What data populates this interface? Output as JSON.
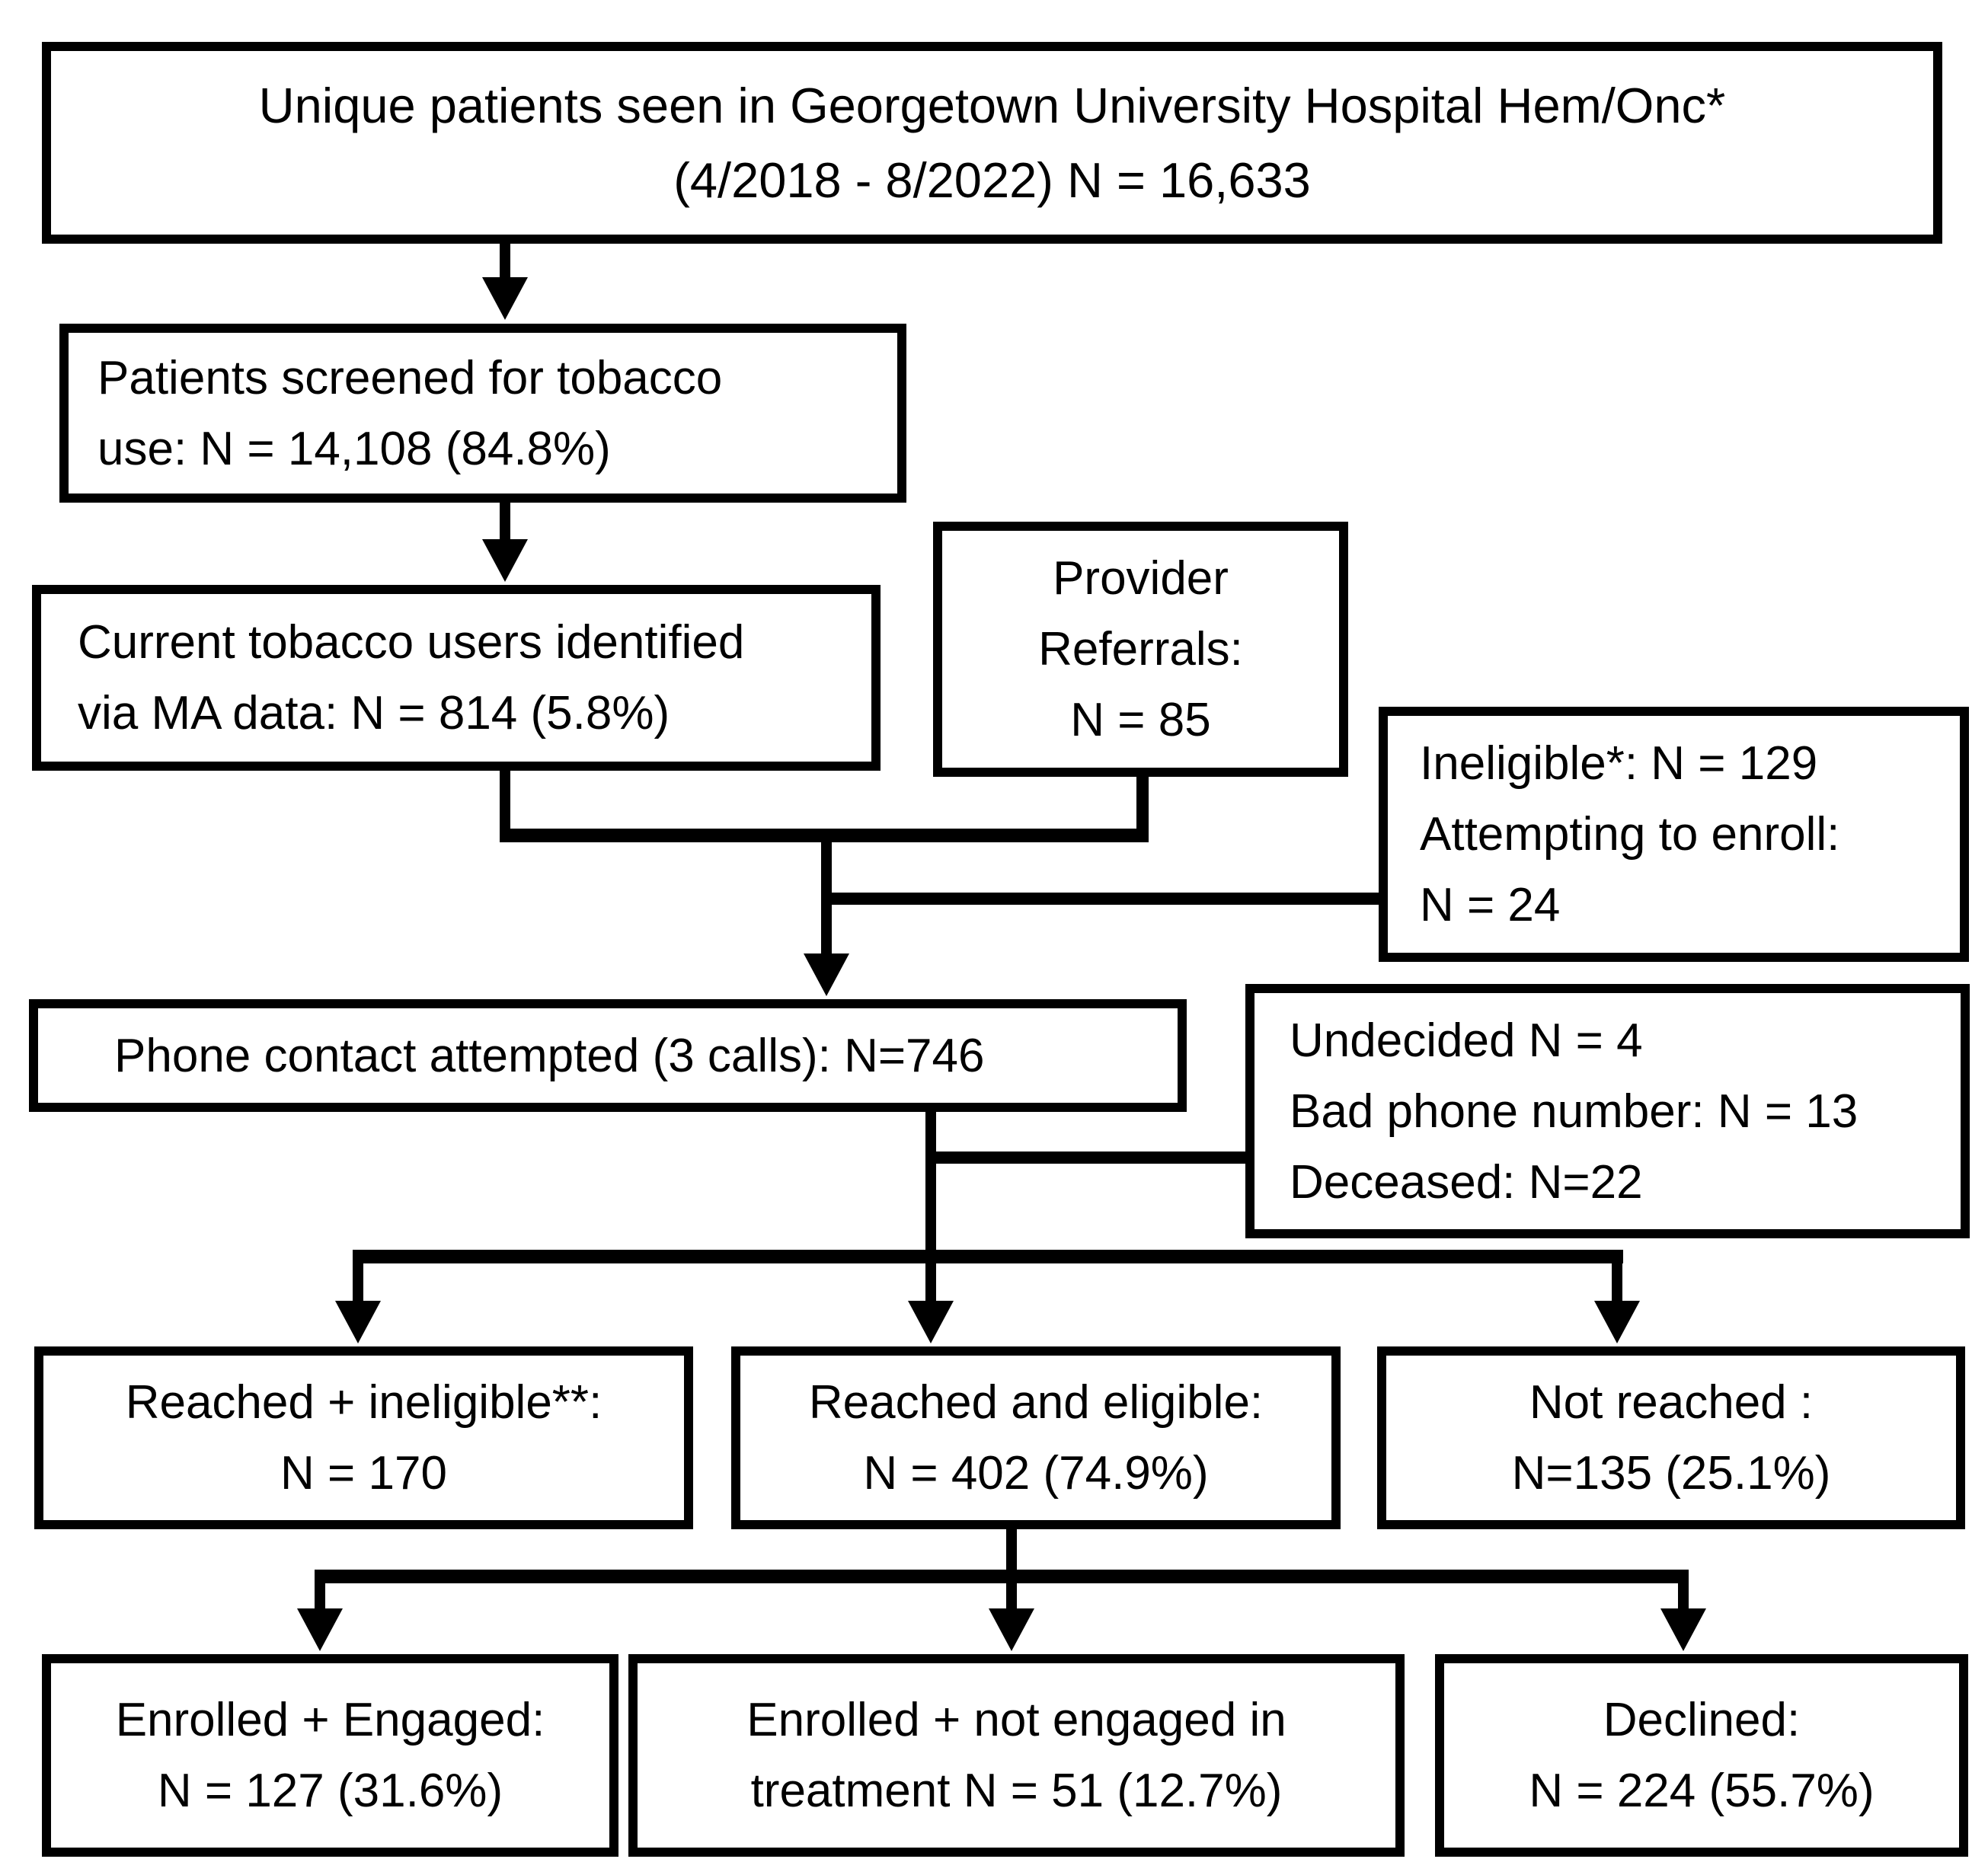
{
  "diagram": {
    "type": "patient-flow-diagram",
    "colors": {
      "line": "#000000",
      "box_background": "#ffffff",
      "text": "#000000"
    },
    "boxes": {
      "unique_patients": {
        "lines": [
          "Unique patients seen in Georgetown University Hospital Hem/Onc*",
          "(4/2018 - 8/2022) N = 16,633"
        ]
      },
      "screened": {
        "lines": [
          "Patients screened for tobacco",
          "use: N = 14,108 (84.8%)"
        ]
      },
      "ma_identified": {
        "lines": [
          "Current tobacco users identified",
          "via MA data: N = 814 (5.8%)"
        ]
      },
      "provider_referrals": {
        "lines": [
          "Provider",
          "Referrals:",
          "N = 85"
        ]
      },
      "ineligible": {
        "lines": [
          "Ineligible*: N = 129",
          "Attempting to enroll:",
          "N = 24"
        ]
      },
      "phone_contact": {
        "lines": [
          "Phone contact attempted (3 calls): N=746"
        ]
      },
      "not_contactable": {
        "lines": [
          "Undecided N = 4",
          "Bad phone number: N = 13",
          "Deceased: N=22"
        ]
      },
      "reached_ineligible": {
        "lines": [
          "Reached + ineligible**:",
          "N = 170"
        ]
      },
      "reached_eligible": {
        "lines": [
          "Reached and eligible:",
          "N = 402 (74.9%)"
        ]
      },
      "not_reached": {
        "lines": [
          "Not reached :",
          "N=135 (25.1%)"
        ]
      },
      "enrolled_engaged": {
        "lines": [
          "Enrolled + Engaged:",
          "N = 127 (31.6%)"
        ]
      },
      "enrolled_not_engaged": {
        "lines": [
          "Enrolled + not engaged in",
          "treatment N = 51 (12.7%)"
        ]
      },
      "declined": {
        "lines": [
          "Declined:",
          "N = 224 (55.7%)"
        ]
      }
    }
  }
}
